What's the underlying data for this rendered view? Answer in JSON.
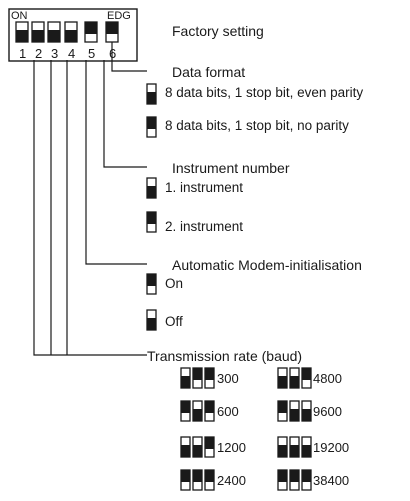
{
  "switch_block": {
    "on_label": "ON",
    "edg_label": "EDG",
    "numbers": [
      "1",
      "2",
      "3",
      "4",
      "5",
      "6"
    ],
    "factory_positions": [
      "on",
      "on",
      "on",
      "on",
      "off",
      "off"
    ]
  },
  "factory_label": "Factory setting",
  "sections": {
    "data_format": {
      "title": "Data format",
      "options": [
        {
          "state": "on",
          "label": "8 data bits, 1 stop bit, even parity"
        },
        {
          "state": "off",
          "label": "8 data bits, 1 stop bit, no parity"
        }
      ]
    },
    "instrument_number": {
      "title": "Instrument number",
      "options": [
        {
          "state": "on",
          "label": "1. instrument"
        },
        {
          "state": "off",
          "label": "2. instrument"
        }
      ]
    },
    "modem_init": {
      "title": "Automatic Modem-initialisation",
      "options": [
        {
          "state": "off",
          "label": "On"
        },
        {
          "state": "on",
          "label": "Off"
        }
      ]
    }
  },
  "transmission": {
    "title": "Transmission rate (baud)",
    "rates": [
      {
        "value": "300",
        "positions": [
          "on",
          "off",
          "off"
        ]
      },
      {
        "value": "4800",
        "positions": [
          "on",
          "on",
          "off"
        ]
      },
      {
        "value": "600",
        "positions": [
          "off",
          "on",
          "off"
        ]
      },
      {
        "value": "9600",
        "positions": [
          "off",
          "on",
          "on"
        ]
      },
      {
        "value": "1200",
        "positions": [
          "on",
          "on",
          "off"
        ]
      },
      {
        "value": "19200",
        "positions": [
          "on",
          "on",
          "on"
        ]
      },
      {
        "value": "2400",
        "positions": [
          "off",
          "off",
          "off"
        ]
      },
      {
        "value": "38400",
        "positions": [
          "off",
          "off",
          "off"
        ]
      }
    ]
  }
}
